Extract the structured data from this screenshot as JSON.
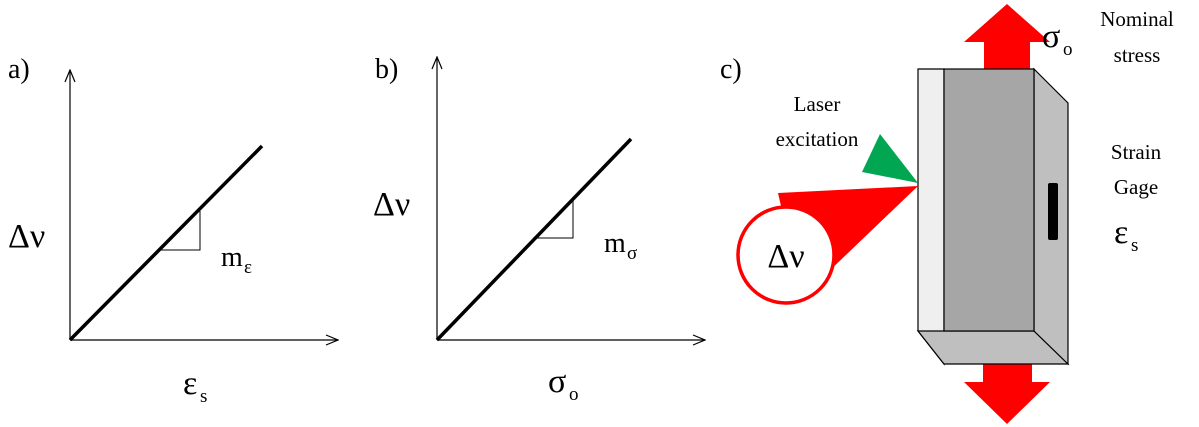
{
  "panel_a": {
    "tag": "a)",
    "y_label": "Δν",
    "x_label_main": "ε",
    "x_label_sub": "s",
    "slope_main": "m",
    "slope_sub": "ε"
  },
  "panel_b": {
    "tag": "b)",
    "y_label": "Δν",
    "x_label_main": "σ",
    "x_label_sub": "o",
    "slope_main": "m",
    "slope_sub": "σ"
  },
  "panel_c": {
    "tag": "c)",
    "stress_symbol_main": "σ",
    "stress_symbol_sub": "o",
    "nominal_line1": "Nominal",
    "nominal_line2": "stress",
    "laser_line1": "Laser",
    "laser_line2": "excitation",
    "gage_line1": "Strain",
    "gage_line2": "Gage",
    "gage_symbol_main": "ε",
    "gage_symbol_sub": "s",
    "shift_label": "Δν"
  },
  "colors": {
    "arrow": "#ff0000",
    "laser": "#00a651",
    "block_front": "#a6a6a6",
    "block_side": "#bfbfbf",
    "block_face": "#efefef",
    "gage": "#000000"
  }
}
